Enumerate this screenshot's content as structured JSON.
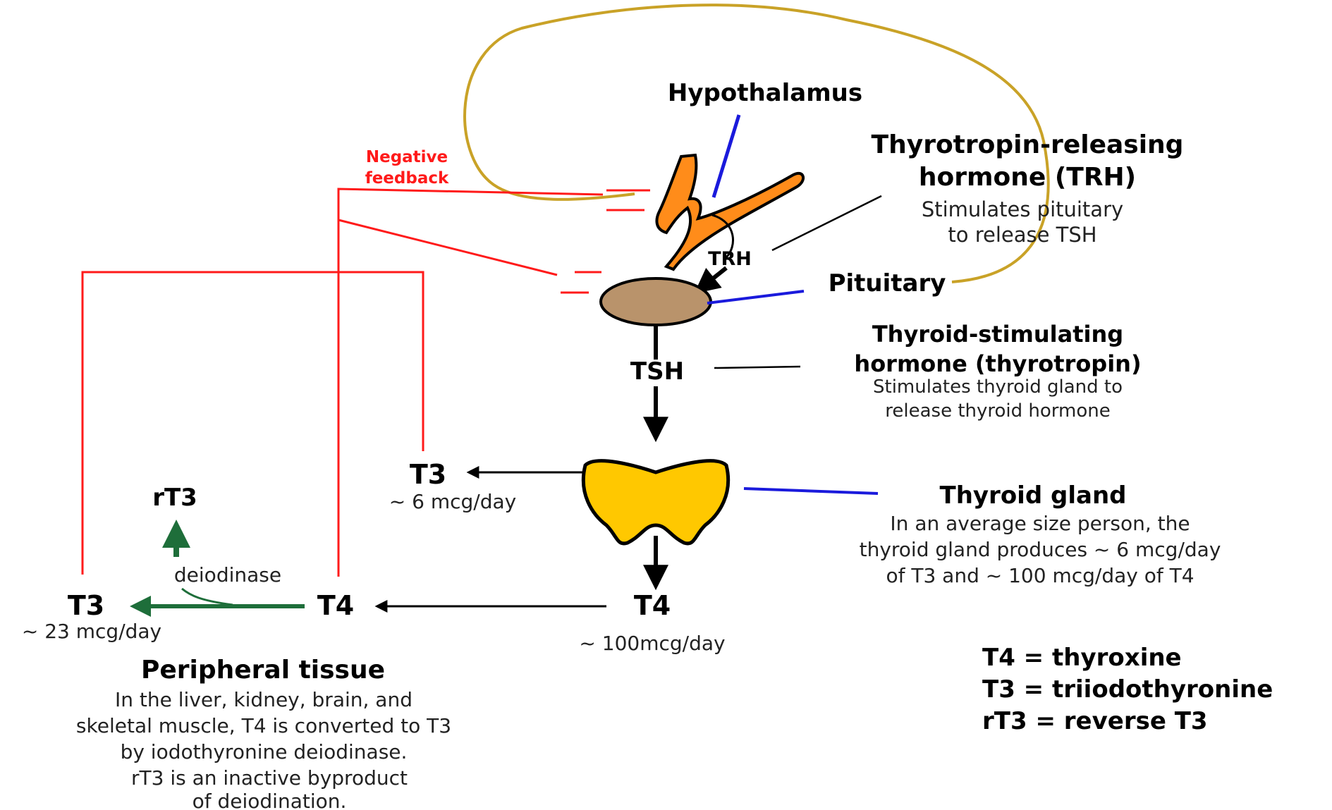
{
  "labels": {
    "hypothalamus": "Hypothalamus",
    "trh_title_1": "Thyrotropin-releasing",
    "trh_title_2": "hormone (TRH)",
    "trh_desc_1": "Stimulates pituitary",
    "trh_desc_2": "to release TSH",
    "trh_arrow": "TRH",
    "pituitary": "Pituitary",
    "negative_feedback_1": "Negative",
    "negative_feedback_2": "feedback",
    "tsh": "TSH",
    "tsh_title_1": "Thyroid-stimulating",
    "tsh_title_2": "hormone (thyrotropin)",
    "tsh_desc_1": "Stimulates thyroid gland to",
    "tsh_desc_2": "release thyroid hormone",
    "t3_gland": "T3",
    "t3_gland_rate": "~ 6 mcg/day",
    "thyroid_gland": "Thyroid gland",
    "thyroid_desc_1": "In an average size person, the",
    "thyroid_desc_2": "thyroid gland produces ~ 6 mcg/day",
    "thyroid_desc_3": "of T3 and ~ 100 mcg/day of T4",
    "t4_gland": "T4",
    "t4_gland_rate": "~ 100mcg/day",
    "rt3": "rT3",
    "deiodinase": "deiodinase",
    "t3_periph": "T3",
    "t3_periph_rate": "~ 23 mcg/day",
    "t4_periph": "T4",
    "peripheral_title": "Peripheral tissue",
    "peripheral_desc_1": "In the liver, kidney, brain, and",
    "peripheral_desc_2": "skeletal muscle, T4 is converted to T3",
    "peripheral_desc_3": "by iodothyronine deiodinase.",
    "peripheral_desc_4": "rT3 is an inactive byproduct",
    "peripheral_desc_5": "of deiodination."
  },
  "legend": [
    "T4 = thyroxine",
    "T3 = triiodothyronine",
    "rT3 = reverse T3"
  ],
  "colors": {
    "feedback": "#ff1a1a",
    "pointer_blue": "#1a1adc",
    "deiodinase_green": "#1e6e3a",
    "hypothalamus_orange": "#ff8c1a",
    "pituitary_brown": "#b9936b",
    "thyroid_yellow": "#ffc800",
    "loop_gold": "#c9a227"
  }
}
